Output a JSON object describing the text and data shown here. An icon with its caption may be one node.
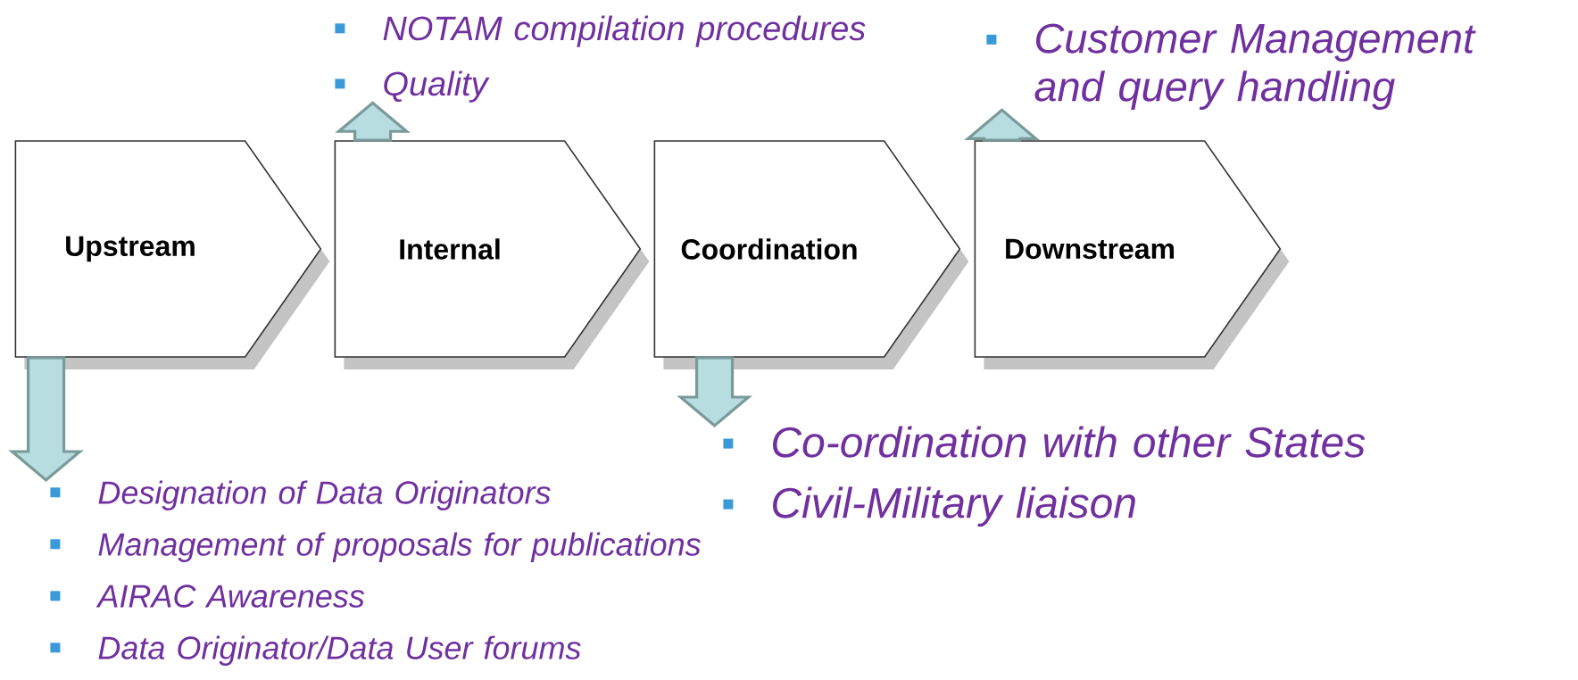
{
  "diagram": {
    "nodes": [
      {
        "text": [
          "Upstream"
        ]
      },
      {
        "text": [
          "Internal"
        ]
      },
      {
        "text": [
          "Coordination"
        ]
      },
      {
        "text": [
          "Downstream"
        ]
      },
      {
        "text": [
          "NOTAM compilation procedures",
          "Quality"
        ]
      },
      {
        "text": [
          "Designation of Data Originators",
          "Management of proposals for publications",
          "AIRAC Awareness",
          "Data Originator/Data User forums"
        ]
      },
      {
        "text": [
          "Co-ordination with other States",
          "Civil-Military liaison"
        ]
      },
      {
        "text": [
          "Customer Management and query handling"
        ]
      }
    ],
    "edges": [
      {
        "from": 0,
        "to": 5,
        "arrow": "to"
      },
      {
        "from": 1,
        "to": 4,
        "arrow": "to"
      },
      {
        "from": 2,
        "to": 6,
        "arrow": "to"
      },
      {
        "from": 3,
        "to": 7,
        "arrow": "to"
      }
    ]
  }
}
